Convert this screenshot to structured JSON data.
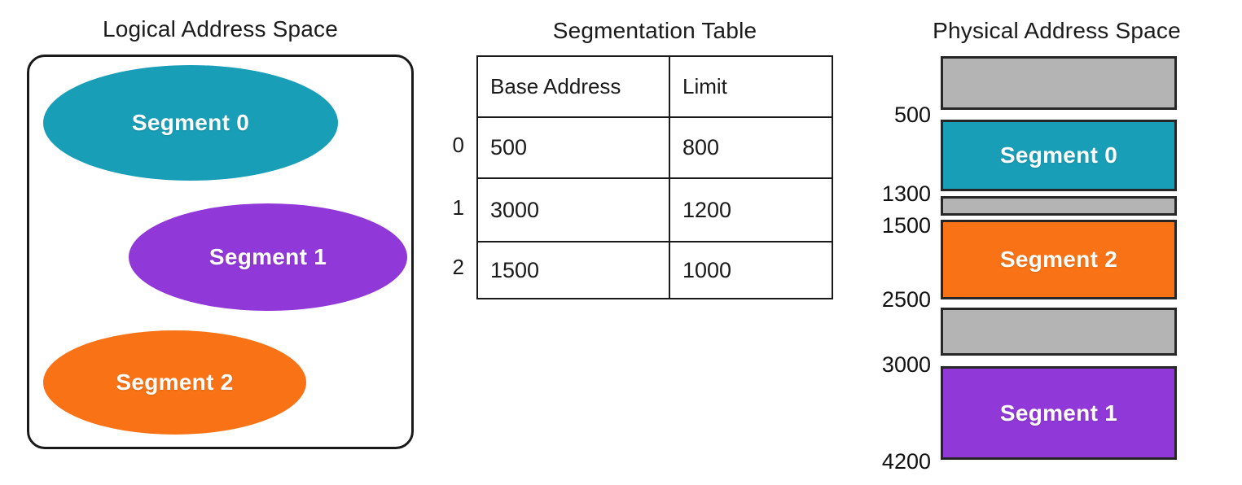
{
  "logical": {
    "title": "Logical Address Space",
    "segments": [
      {
        "label": "Segment 0",
        "color": "#199eb8"
      },
      {
        "label": "Segment 1",
        "color": "#9138d8"
      },
      {
        "label": "Segment 2",
        "color": "#f97316"
      }
    ]
  },
  "table": {
    "title": "Segmentation Table",
    "columns": [
      "Base Address",
      "Limit"
    ],
    "rows": [
      {
        "index": "0",
        "base": "500",
        "limit": "800"
      },
      {
        "index": "1",
        "base": "3000",
        "limit": "1200"
      },
      {
        "index": "2",
        "base": "1500",
        "limit": "1000"
      }
    ]
  },
  "physical": {
    "title": "Physical Address Space",
    "blocks": [
      {
        "name": "free-top",
        "label": "",
        "color": "#b4b4b4"
      },
      {
        "name": "segment-0",
        "label": "Segment 0",
        "color": "#199eb8"
      },
      {
        "name": "free-mid",
        "label": "",
        "color": "#b4b4b4"
      },
      {
        "name": "segment-2",
        "label": "Segment 2",
        "color": "#f97316"
      },
      {
        "name": "free-low",
        "label": "",
        "color": "#b4b4b4"
      },
      {
        "name": "segment-1",
        "label": "Segment 1",
        "color": "#9138d8"
      }
    ],
    "addresses": [
      "500",
      "1300",
      "1500",
      "2500",
      "3000",
      "4200"
    ]
  }
}
